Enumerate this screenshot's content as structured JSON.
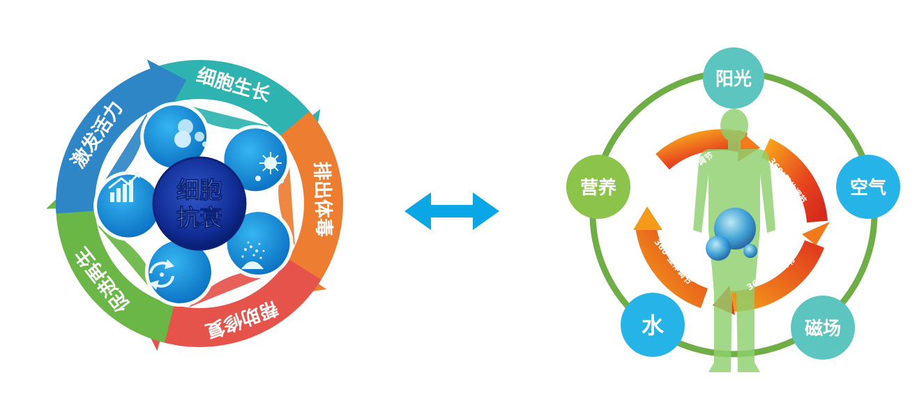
{
  "cell_cycle": {
    "center": {
      "line1": "细胞",
      "line2": "抗衰"
    },
    "arrows": [
      {
        "label": "细胞生长",
        "color": "#2fb3b0",
        "icon": "cells-icon"
      },
      {
        "label": "排出体毒",
        "color": "#ec7d31",
        "icon": "virus-icon"
      },
      {
        "label": "帮助修复",
        "color": "#e5534b",
        "icon": "spray-icon"
      },
      {
        "label": "促进再生",
        "color": "#6ab646",
        "icon": "cycle-icon"
      },
      {
        "label": "激发活力",
        "color": "#2e86c6",
        "icon": "growth-chart-icon"
      }
    ]
  },
  "connector": {
    "color": "#0aa6e6",
    "icon": "double-arrow-icon"
  },
  "body_balance": {
    "ring_color": "#6fae47",
    "nodes": [
      {
        "label": "阳光",
        "color": "#5cc5bf"
      },
      {
        "label": "空气",
        "color": "#26b4e8"
      },
      {
        "label": "磁场",
        "color": "#5cc5bf"
      },
      {
        "label": "水",
        "color": "#26b4e8"
      },
      {
        "label": "营养",
        "color": "#8cc34a"
      }
    ],
    "cycle_labels": [
      "360°整体调节",
      "360°整体调节",
      "360°整体调节",
      "360°整体调节"
    ]
  }
}
